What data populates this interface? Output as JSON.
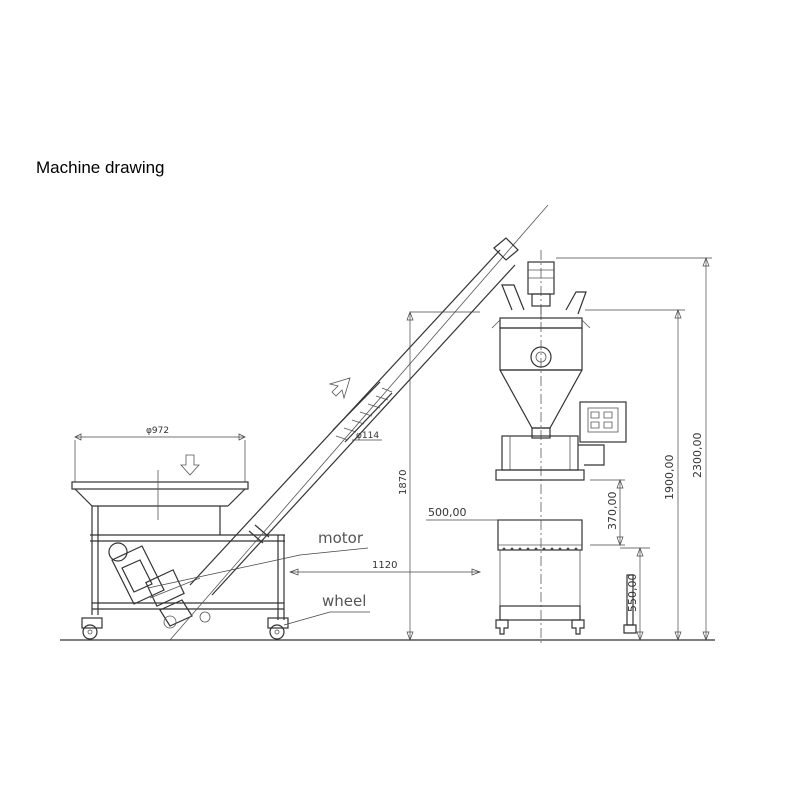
{
  "title": "Machine drawing",
  "labels": {
    "motor": "motor",
    "wheel": "wheel"
  },
  "dimensions": {
    "hopper_diameter": "φ972",
    "screw_diameter": "φ114",
    "height_feed": "1870",
    "width_500": "500,00",
    "length_1120": "1120",
    "height_370": "370,00",
    "height_1900": "1900,00",
    "height_2300": "2300,00",
    "height_550": "550,00"
  }
}
